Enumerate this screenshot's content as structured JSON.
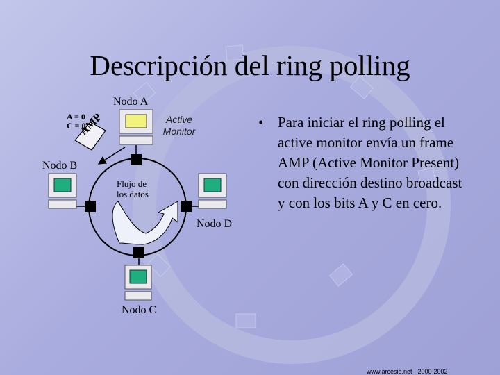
{
  "slide": {
    "title": "Descripción del ring polling",
    "bullet": "Para iniciar el ring polling el active monitor envía un frame AMP (Active Monitor Present) con dirección destino broadcast y con los bits A y C en cero.",
    "bullet_symbol": "•",
    "footer": "www.arcesio.net - 2000-2002"
  },
  "diagram": {
    "nodes": {
      "a": "Nodo A",
      "b": "Nodo B",
      "c": "Nodo C",
      "d": "Nodo D"
    },
    "active_monitor": "Active Monitor",
    "flow_label": "Flujo de los datos",
    "frame": {
      "label": "AMP",
      "bit_a": "A = 0",
      "bit_c": "C = 0"
    }
  },
  "colors": {
    "screen_green": "#1fae7d",
    "screen_yellow": "#f2f27e",
    "background": "#a9acde"
  },
  "icons": [
    "computer-icon",
    "arrow-icon"
  ]
}
